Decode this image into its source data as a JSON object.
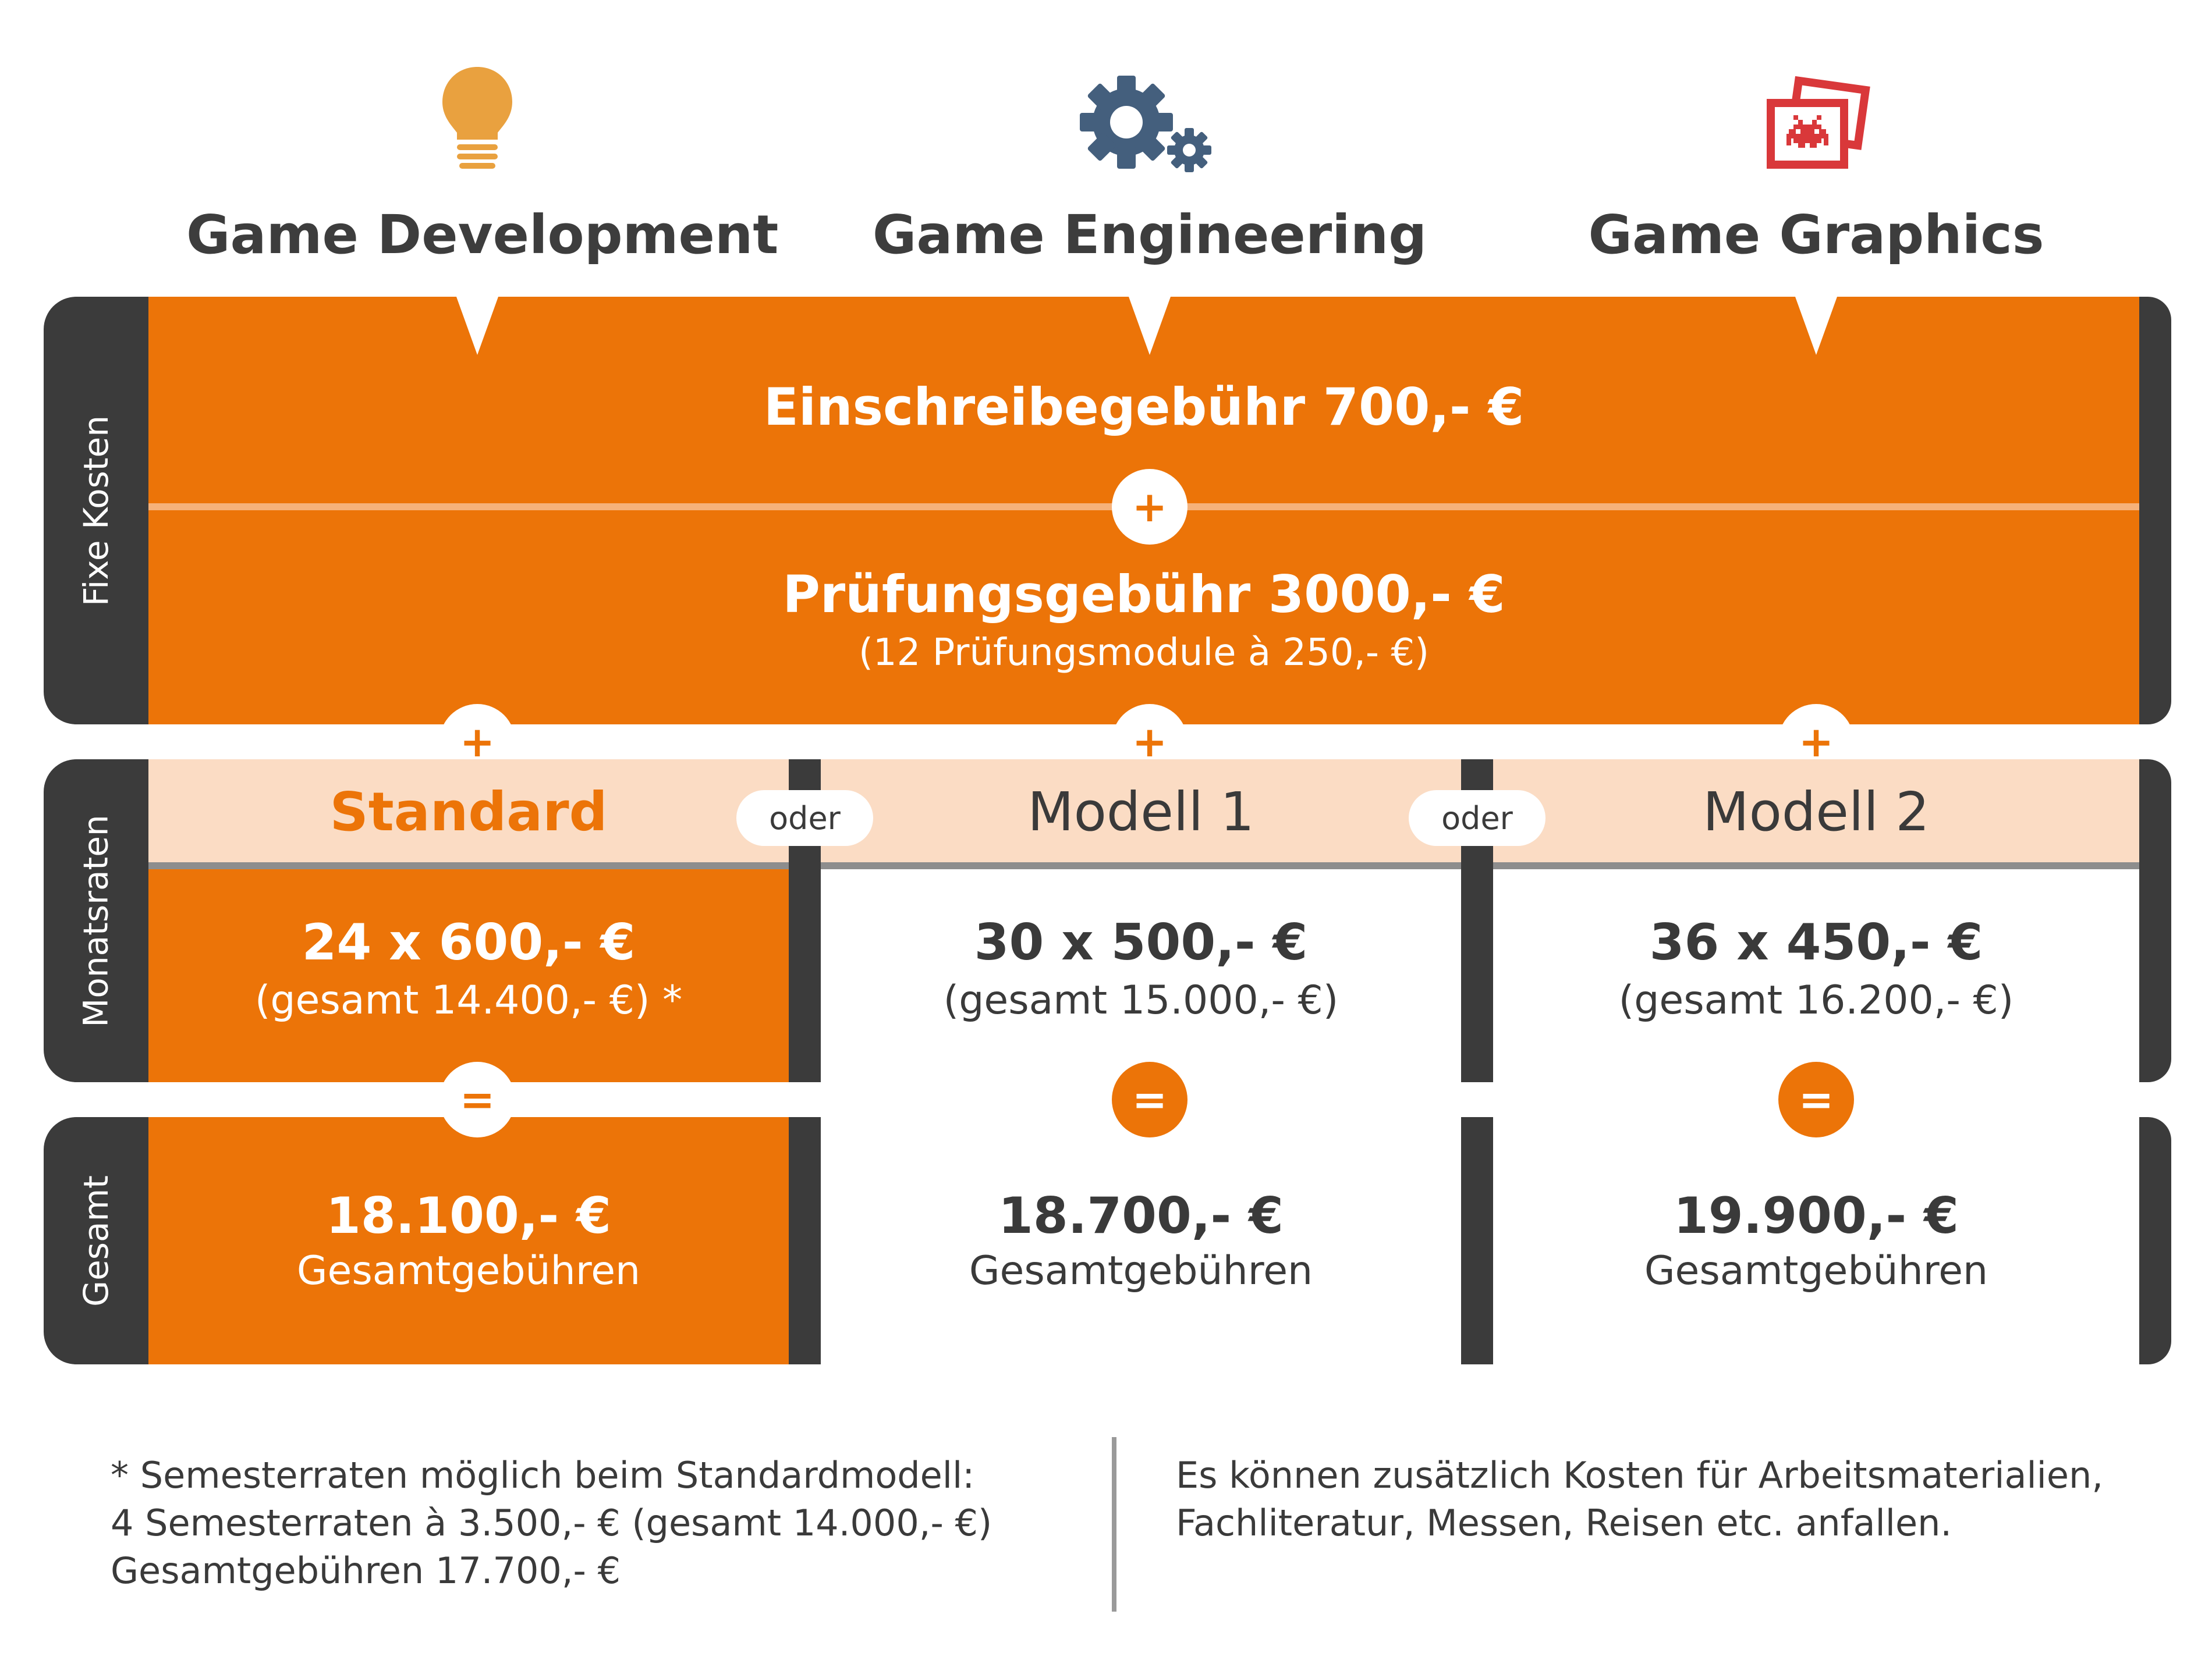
{
  "header": {
    "columns": [
      {
        "title": "Game Development",
        "icon": "lightbulb-icon"
      },
      {
        "title": "Game Engineering",
        "icon": "gears-icon"
      },
      {
        "title": "Game Graphics",
        "icon": "space-invader-photo-icon"
      }
    ]
  },
  "sections": {
    "fixed_label": "Fixe Kosten",
    "monthly_label": "Monatsraten",
    "total_label": "Gesamt"
  },
  "fixed_costs": {
    "enrollment": "Einschreibegebühr 700,- €",
    "exam": "Prüfungsgebühr 3000,- €",
    "exam_detail": "(12 Prüfungsmodule à 250,- €)"
  },
  "symbols": {
    "plus": "+",
    "equals": "=",
    "or": "oder"
  },
  "models": [
    {
      "name": "Standard",
      "rate": "24 x 600,- €",
      "rate_total": "(gesamt 14.400,- €) *",
      "total": "18.100,- €",
      "total_label": "Gesamtgebühren"
    },
    {
      "name": "Modell 1",
      "rate": "30 x 500,- €",
      "rate_total": "(gesamt 15.000,- €)",
      "total": "18.700,- €",
      "total_label": "Gesamtgebühren"
    },
    {
      "name": "Modell 2",
      "rate": "36 x 450,- €",
      "rate_total": "(gesamt 16.200,- €)",
      "total": "19.900,- €",
      "total_label": "Gesamtgebühren"
    }
  ],
  "footnotes": {
    "left": [
      "* Semesterraten möglich beim Standardmodell:",
      "4 Semesterraten à 3.500,- € (gesamt 14.000,- €)",
      "Gesamtgebühren 17.700,- €"
    ],
    "right": [
      "Es können zusätzlich Kosten für Arbeitsmaterialien,",
      "Fachliteratur, Messen, Reisen etc. anfallen."
    ]
  },
  "colors": {
    "accent": "#ec7408",
    "dark": "#3b3b3b",
    "peach": "#fbdcc4",
    "line": "#f6b27a"
  }
}
